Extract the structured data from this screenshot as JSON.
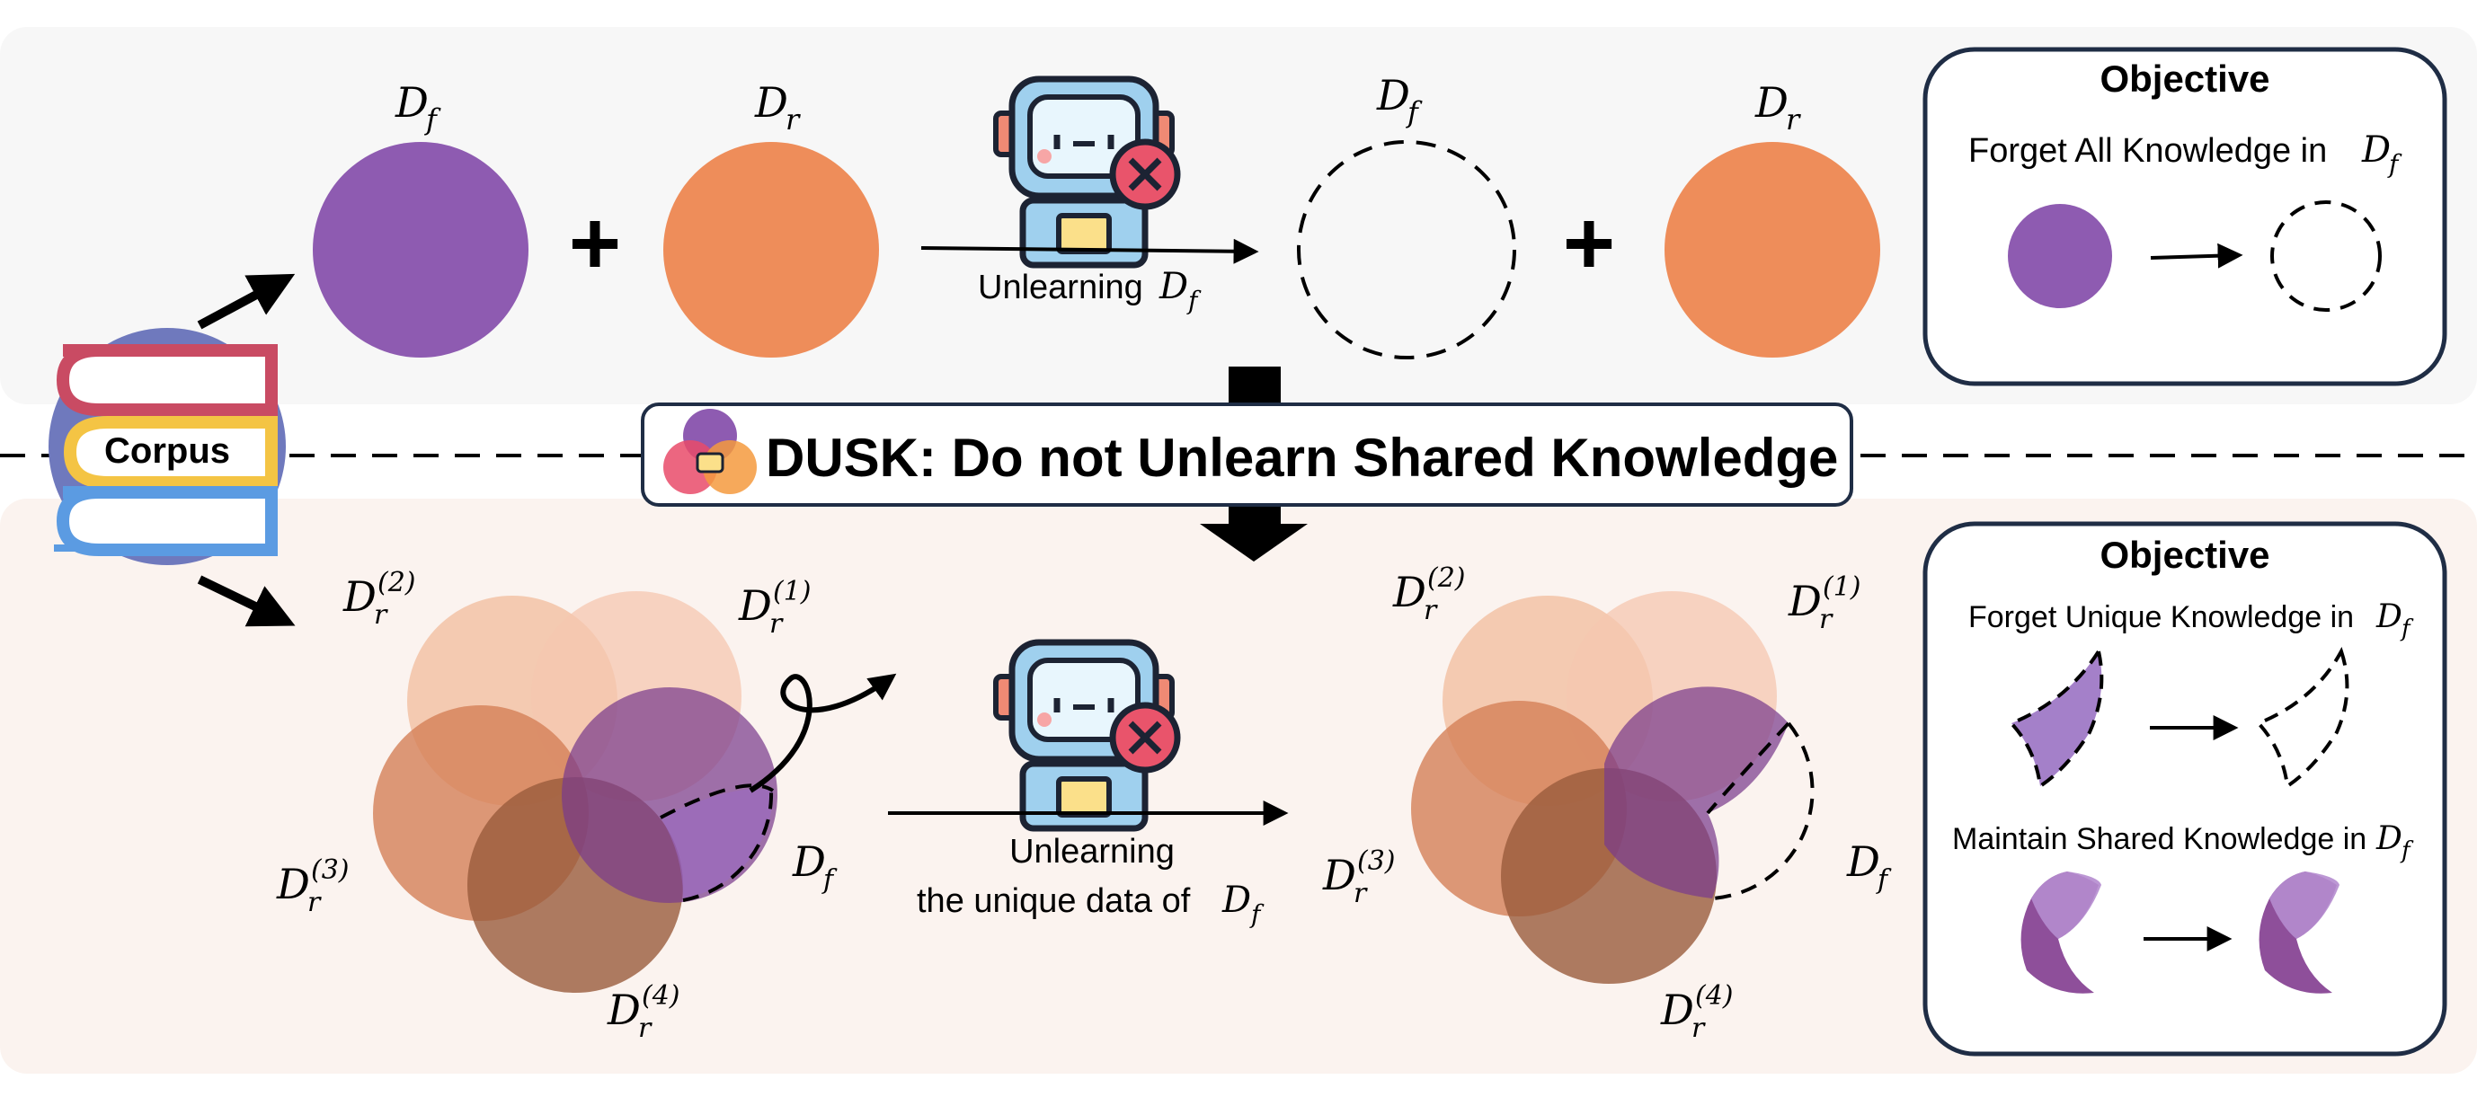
{
  "corpus": {
    "label": "Corpus"
  },
  "title": {
    "text": "DUSK: Do not Unlearn Shared Knowledge"
  },
  "top": {
    "df_label": "D",
    "df_sub": "f",
    "dr_label": "D",
    "dr_sub": "r",
    "plus": "+",
    "arrow_caption": "Unlearning ",
    "arrow_caption_math": "D",
    "arrow_caption_sub": "f",
    "objective_title": "Objective",
    "objective_text": "Forget All Knowledge in ",
    "objective_math": "D",
    "objective_sub": "f"
  },
  "bottom": {
    "labels": {
      "dr2": {
        "base": "D",
        "sub": "r",
        "sup": "(2)"
      },
      "dr1": {
        "base": "D",
        "sub": "r",
        "sup": "(1)"
      },
      "dr3": {
        "base": "D",
        "sub": "r",
        "sup": "(3)"
      },
      "dr4": {
        "base": "D",
        "sub": "r",
        "sup": "(4)"
      },
      "df": {
        "base": "D",
        "sub": "f"
      }
    },
    "arrow_caption_line1": "Unlearning",
    "arrow_caption_line2": "the unique data of ",
    "arrow_caption_math": "D",
    "arrow_caption_sub": "f",
    "objective_title": "Objective",
    "objective_line1": "Forget Unique Knowledge in ",
    "objective_line2": "Maintain Shared Knowledge in ",
    "objective_math": "D",
    "objective_sub": "f"
  },
  "colors": {
    "top_band": "#f7f7f7",
    "bottom_band": "#fbf3ef",
    "purple": "#8e5bb1",
    "orange": "#ee8d5a",
    "corpus_circle": "#6f79bd",
    "box_border": "#1f2d45"
  }
}
